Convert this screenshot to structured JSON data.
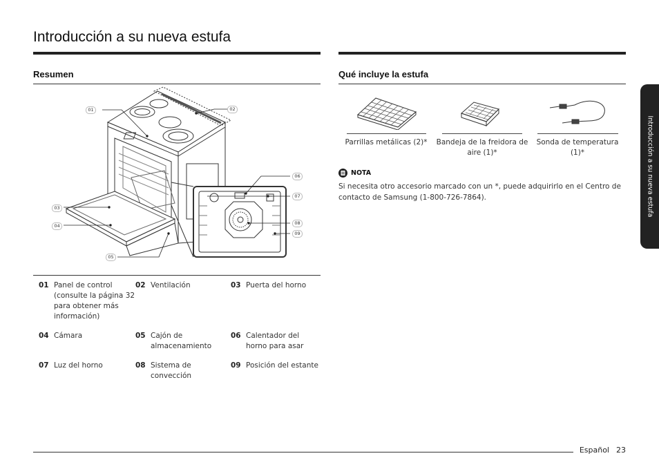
{
  "page": {
    "title": "Introducción a su nueva estufa",
    "side_tab": "Introducción a su nueva estufa",
    "footer_language": "Español",
    "footer_page": "23"
  },
  "resumen": {
    "heading": "Resumen",
    "callouts": [
      "01",
      "02",
      "03",
      "04",
      "05",
      "06",
      "07",
      "08",
      "09"
    ],
    "legend": [
      {
        "num": "01",
        "desc": "Panel de control (consulte la página 32 para obtener más información)"
      },
      {
        "num": "02",
        "desc": "Ventilación"
      },
      {
        "num": "03",
        "desc": "Puerta del horno"
      },
      {
        "num": "04",
        "desc": "Cámara"
      },
      {
        "num": "05",
        "desc": "Cajón de almacenamiento"
      },
      {
        "num": "06",
        "desc": "Calentador del horno para asar"
      },
      {
        "num": "07",
        "desc": "Luz del horno"
      },
      {
        "num": "08",
        "desc": "Sistema de convección"
      },
      {
        "num": "09",
        "desc": "Posición del estante"
      }
    ]
  },
  "incluye": {
    "heading": "Qué incluye la estufa",
    "accessories": [
      {
        "label": "Parrillas metálicas (2)*",
        "icon": "wire-rack-icon"
      },
      {
        "label": "Bandeja de la freidora de aire (1)*",
        "icon": "air-fryer-tray-icon"
      },
      {
        "label": "Sonda de temperatura (1)*",
        "icon": "temperature-probe-icon"
      }
    ],
    "note_label": "NOTA",
    "note_text": "Si necesita otro accesorio marcado con un *, puede adquirirlo en el Centro de contacto de Samsung (1-800-726-7864)."
  },
  "colors": {
    "rule": "#222222",
    "side_tab": "#222222",
    "text": "#333333"
  }
}
